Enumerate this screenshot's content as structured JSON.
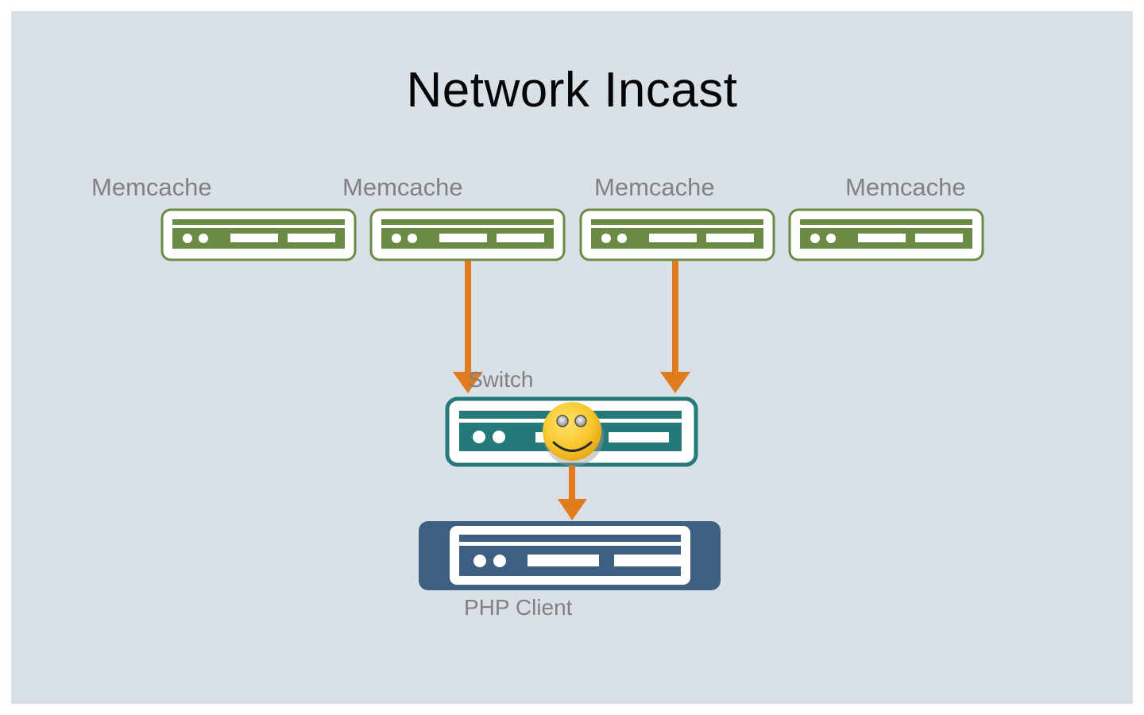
{
  "slide": {
    "title": "Network Incast",
    "colors": {
      "background": "#d9e1e6",
      "memcache": "#6a8a45",
      "switch": "#237a78",
      "client": "#3e5f82",
      "arrow": "#e07b1e",
      "label": "#7f8285",
      "smiley": "#f7c52a"
    }
  },
  "nodes": {
    "memcache": [
      {
        "label": "Memcache"
      },
      {
        "label": "Memcache"
      },
      {
        "label": "Memcache"
      },
      {
        "label": "Memcache"
      }
    ],
    "switch": {
      "label": "Switch",
      "overlay_icon": "smiley-face-icon"
    },
    "client": {
      "label": "PHP Client"
    }
  },
  "edges": [
    {
      "from": "memcache-2",
      "to": "switch"
    },
    {
      "from": "memcache-3",
      "to": "switch"
    },
    {
      "from": "switch",
      "to": "client"
    }
  ]
}
